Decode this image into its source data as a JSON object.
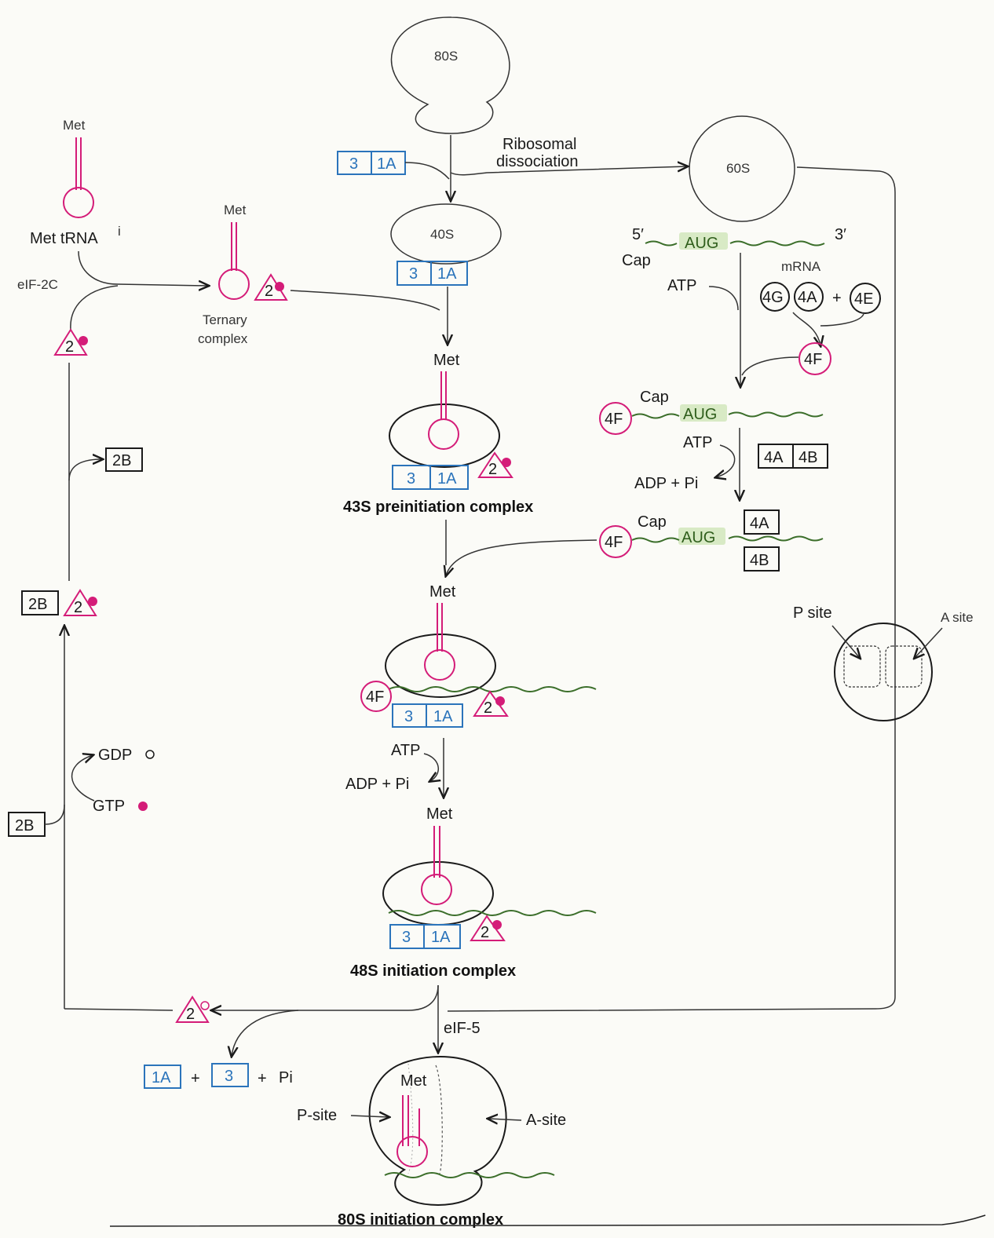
{
  "labels": {
    "ribo80": "80S",
    "ribo60": "60S",
    "ribo40": "40S",
    "ribosomal_dissociation_1": "Ribosomal",
    "ribosomal_dissociation_2": "dissociation",
    "met": "Met",
    "met_trna": "Met tRNA",
    "met_trna_sup": "i",
    "eif2c": "eIF-2C",
    "ternary_1": "Ternary",
    "ternary_2": "complex",
    "five_prime": "5′",
    "three_prime": "3′",
    "cap": "Cap",
    "aug": "AUG",
    "mrna": "mRNA",
    "atp": "ATP",
    "adp_pi": "ADP + Pi",
    "gdp": "GDP",
    "gtp": "GTP",
    "plus": "+",
    "pi": "Pi",
    "eif5": "eIF-5",
    "p_site": "P site",
    "a_site": "A site",
    "p_site_dash": "P-site",
    "a_site_dash": "A-site",
    "complex_43s": "43S preinitiation complex",
    "complex_48s": "48S initiation complex",
    "complex_80s": "80S initiation complex"
  },
  "factors": {
    "f3": "3",
    "f1a": "1A",
    "f2": "2",
    "f2b": "2B",
    "f4a": "4A",
    "f4b": "4B",
    "f4e": "4E",
    "f4f": "4F",
    "f4g": "4G"
  },
  "colors": {
    "pink": "#d41c78",
    "blue": "#2b74bb",
    "green": "#3b6e2a",
    "black": "#1a1a1a"
  }
}
